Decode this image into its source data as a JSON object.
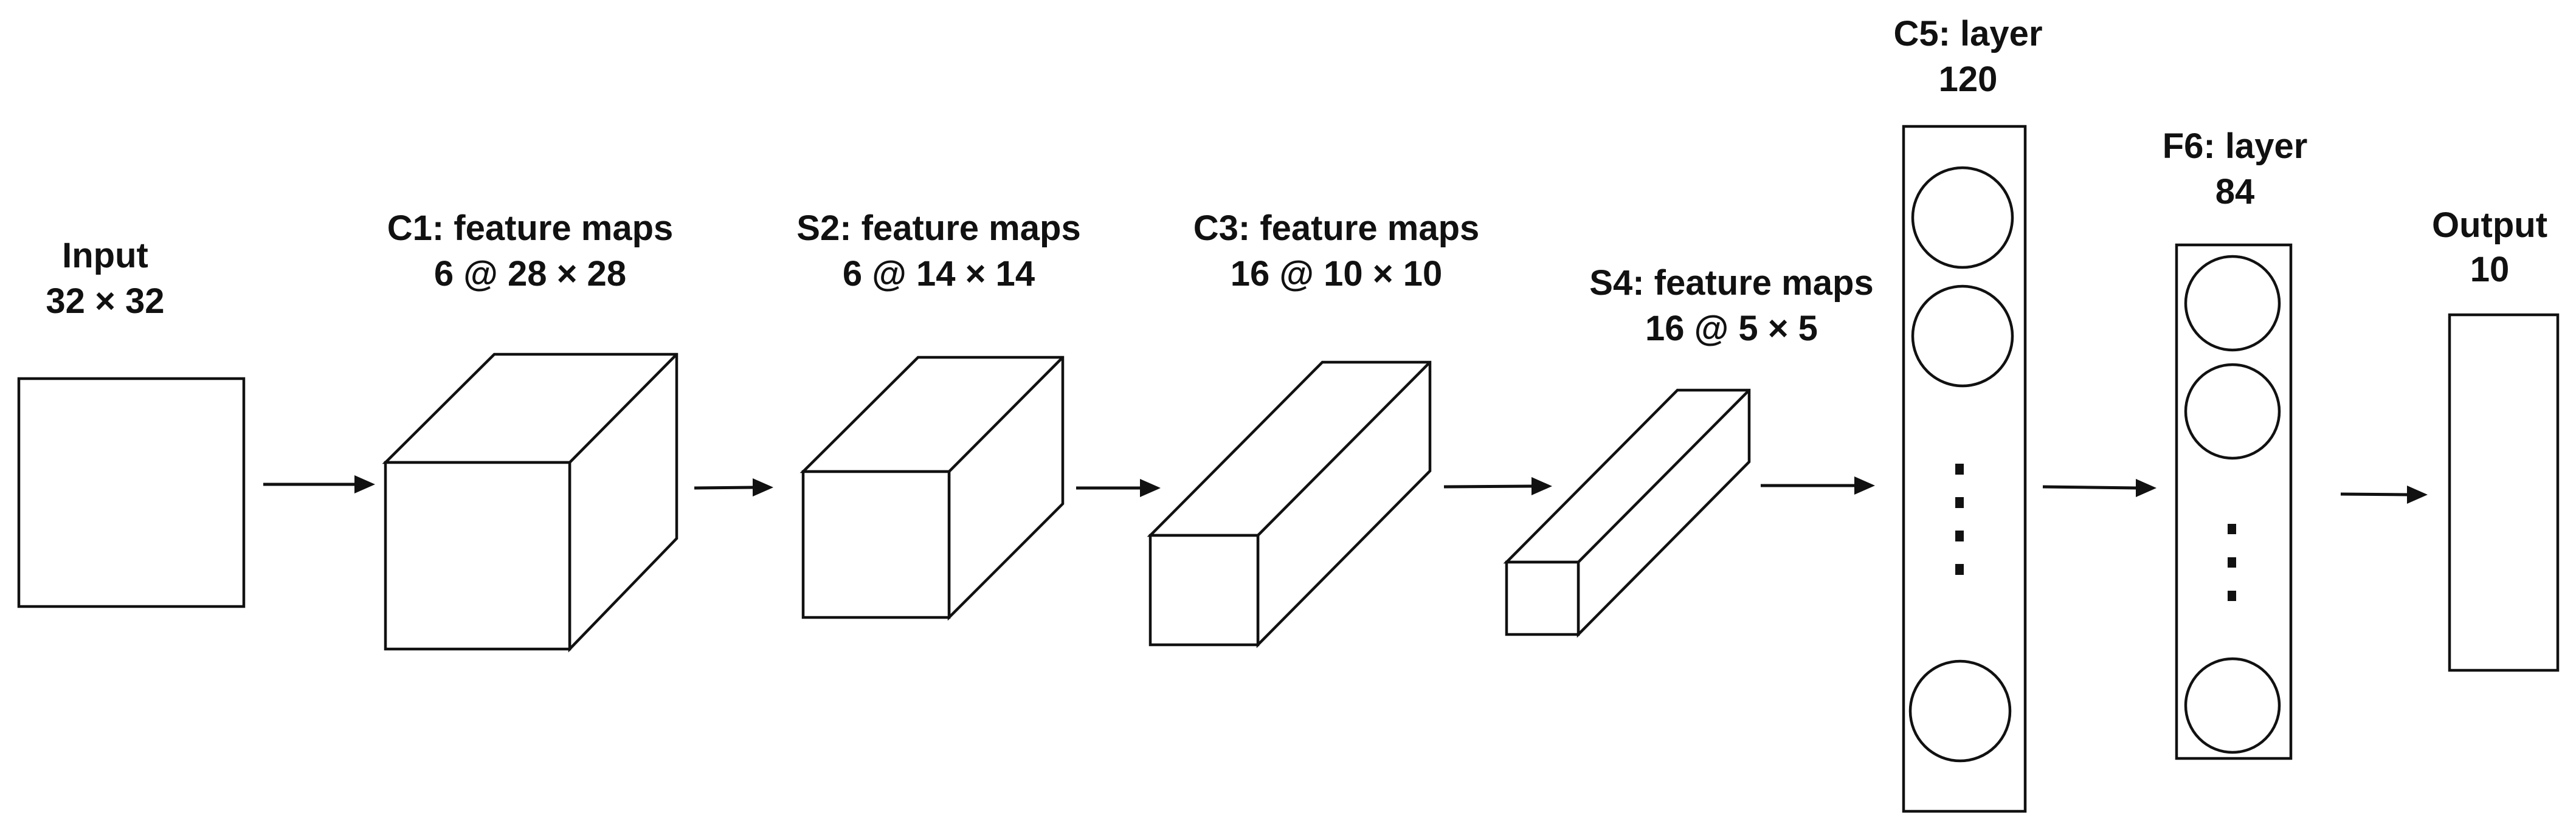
{
  "diagram": {
    "stages": [
      {
        "title": "Input",
        "dims": "32 × 32"
      },
      {
        "title": "C1: feature maps",
        "dims": "6 @ 28 × 28"
      },
      {
        "title": "S2: feature maps",
        "dims": "6 @ 14 × 14"
      },
      {
        "title": "C3: feature maps",
        "dims": "16 @ 10 × 10"
      },
      {
        "title": "S4: feature maps",
        "dims": "16 @ 5 × 5"
      },
      {
        "title": "C5: layer",
        "dims": "120"
      },
      {
        "title": "F6: layer",
        "dims": "84"
      },
      {
        "title": "Output",
        "dims": "10"
      }
    ]
  }
}
